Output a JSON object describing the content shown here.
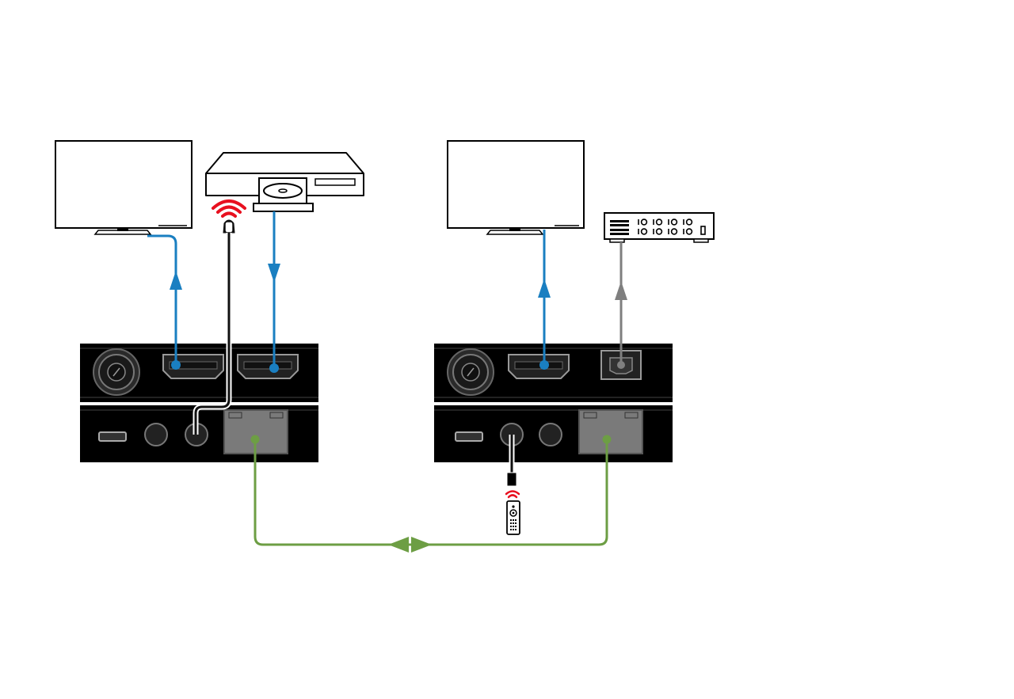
{
  "diagram": {
    "colors": {
      "hdmi": "#1a7fc1",
      "ir": "#111111",
      "ir_signal": "#e8101f",
      "cat": "#6d9e44",
      "audio": "#7f7f7f",
      "device_body": "#000000",
      "port_dark": "#555555",
      "rj45_fill": "#7a7a7a"
    },
    "transmitter": {
      "hdmi_ports": [
        "hdmi-out",
        "hdmi-in"
      ],
      "rear_ports": [
        "micro-usb",
        "ir-tx-jack",
        "ir-rx-jack",
        "rj45"
      ]
    },
    "receiver": {
      "ports": [
        "hdmi-out",
        "optical-audio-out"
      ],
      "rear_ports": [
        "micro-usb",
        "ir-rx-jack",
        "ir-tx-jack",
        "rj45"
      ]
    },
    "devices": [
      "tv-left",
      "bluray-player",
      "tv-right",
      "audio-receiver",
      "remote-control"
    ],
    "icons": [
      "tv-icon",
      "disc-player-icon",
      "audio-receiver-icon",
      "remote-control-icon",
      "ir-signal-icon",
      "bidirectional-arrow-icon"
    ]
  }
}
